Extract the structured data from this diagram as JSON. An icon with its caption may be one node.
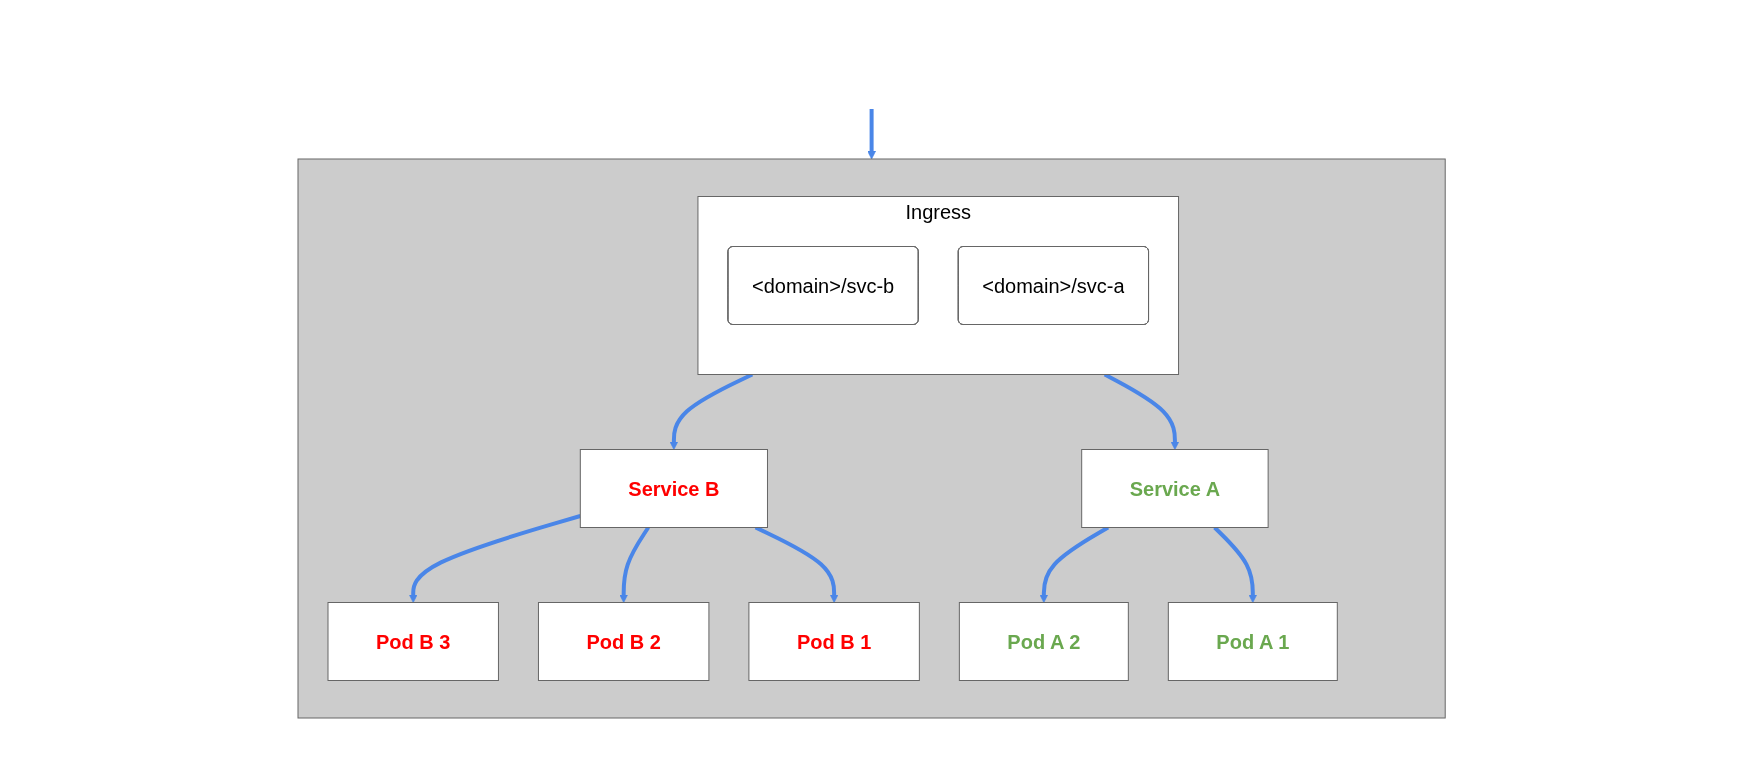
{
  "diagram": {
    "nodes": [
      {
        "text": [],
        "shape": "box"
      },
      {
        "text": [
          "Ingress"
        ],
        "in": 0
      },
      {
        "text": [
          "<domain>/svc-b"
        ],
        "in": 1
      },
      {
        "text": [
          "<domain>/svc-a"
        ],
        "in": 1
      },
      {
        "text": [
          "Service B"
        ],
        "in": 0
      },
      {
        "text": [
          "Service A"
        ],
        "in": 0
      },
      {
        "text": [
          "Pod B 3"
        ],
        "in": 0
      },
      {
        "text": [
          "Pod B 2"
        ],
        "in": 0
      },
      {
        "text": [
          "Pod B 1"
        ],
        "in": 0
      },
      {
        "text": [
          "Pod A 2"
        ],
        "in": 0
      },
      {
        "text": [
          "Pod A 1"
        ],
        "in": 0
      }
    ],
    "edges": [
      {
        "from": null,
        "to": 0,
        "arrow": "to"
      },
      {
        "from": 1,
        "to": 4,
        "arrow": "to"
      },
      {
        "from": 1,
        "to": 5,
        "arrow": "to"
      },
      {
        "from": 4,
        "to": 6,
        "arrow": "to"
      },
      {
        "from": 4,
        "to": 7,
        "arrow": "to"
      },
      {
        "from": 4,
        "to": 8,
        "arrow": "to"
      },
      {
        "from": 5,
        "to": 9,
        "arrow": "to"
      },
      {
        "from": 5,
        "to": 10,
        "arrow": "to"
      }
    ]
  }
}
